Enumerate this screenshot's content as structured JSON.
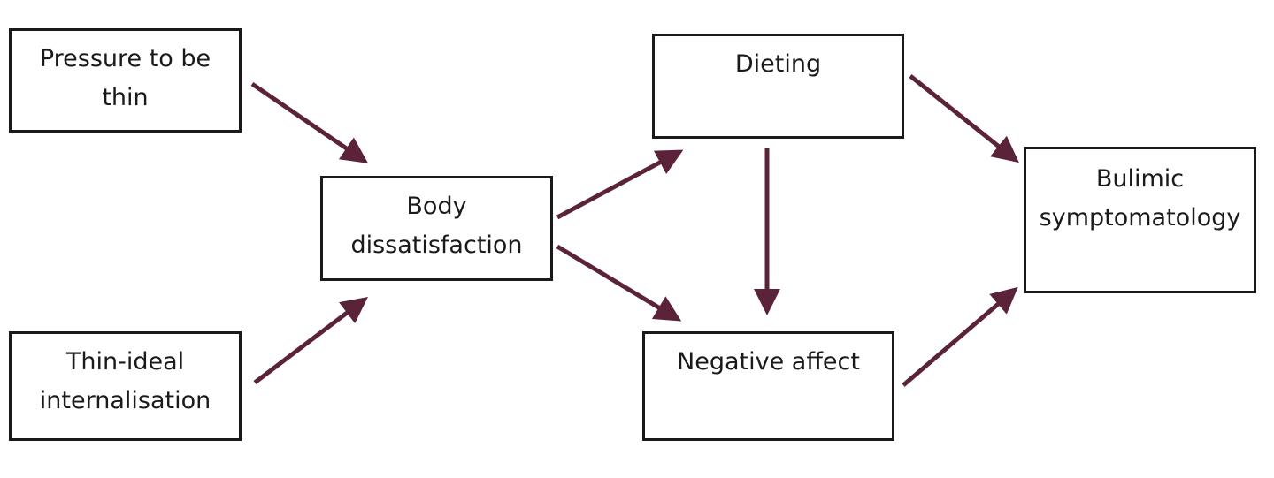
{
  "nodes": {
    "pressure": "Pressure to be\nthin",
    "thin_ideal": "Thin-ideal\ninternalisation",
    "body": "Body\ndissatisfaction",
    "dieting": "Dieting",
    "negative": "Negative affect",
    "bulimic": "Bulimic\nsymptomatology"
  },
  "edges": [
    {
      "from": "pressure",
      "to": "body"
    },
    {
      "from": "thin_ideal",
      "to": "body"
    },
    {
      "from": "body",
      "to": "dieting"
    },
    {
      "from": "body",
      "to": "negative"
    },
    {
      "from": "dieting",
      "to": "negative"
    },
    {
      "from": "dieting",
      "to": "bulimic"
    },
    {
      "from": "negative",
      "to": "bulimic"
    }
  ],
  "colors": {
    "arrow": "#5b2339",
    "border": "#1a1a1a"
  }
}
